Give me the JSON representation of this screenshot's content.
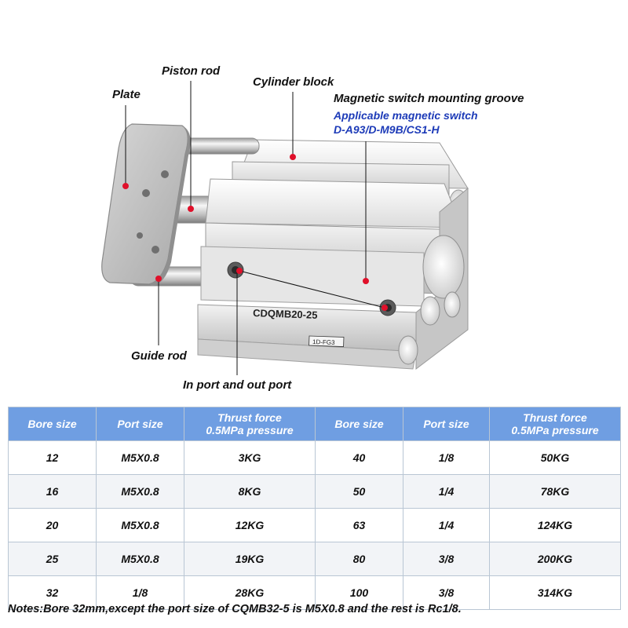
{
  "callouts": {
    "plate": "Plate",
    "piston_rod": "Piston rod",
    "cylinder_block": "Cylinder block",
    "switch_groove": "Magnetic switch mounting groove",
    "switch_applicable": "Applicable magnetic switch",
    "switch_models": "D-A93/D-M9B/CS1-H",
    "guide_rod": "Guide rod",
    "ports": "In port and out port"
  },
  "product": {
    "model_label": "CDQMB20-25",
    "tag_label": "1D-FG3"
  },
  "colors": {
    "header_bg": "#6f9ee2",
    "accent_blue": "#1d3bb8",
    "dot_red": "#e0102a"
  },
  "table": {
    "headers": [
      {
        "line1": "Bore size",
        "line2": ""
      },
      {
        "line1": "Port size",
        "line2": ""
      },
      {
        "line1": "Thrust force",
        "line2": "0.5MPa pressure"
      },
      {
        "line1": "Bore size",
        "line2": ""
      },
      {
        "line1": "Port size",
        "line2": ""
      },
      {
        "line1": "Thrust force",
        "line2": "0.5MPa pressure"
      }
    ],
    "rows": [
      [
        "12",
        "M5X0.8",
        "3KG",
        "40",
        "1/8",
        "50KG"
      ],
      [
        "16",
        "M5X0.8",
        "8KG",
        "50",
        "1/4",
        "78KG"
      ],
      [
        "20",
        "M5X0.8",
        "12KG",
        "63",
        "1/4",
        "124KG"
      ],
      [
        "25",
        "M5X0.8",
        "19KG",
        "80",
        "3/8",
        "200KG"
      ],
      [
        "32",
        "1/8",
        "28KG",
        "100",
        "3/8",
        "314KG"
      ]
    ]
  },
  "notes": "Notes:Bore 32mm,except the port size of CQMB32-5 is M5X0.8 and the rest is Rc1/8."
}
